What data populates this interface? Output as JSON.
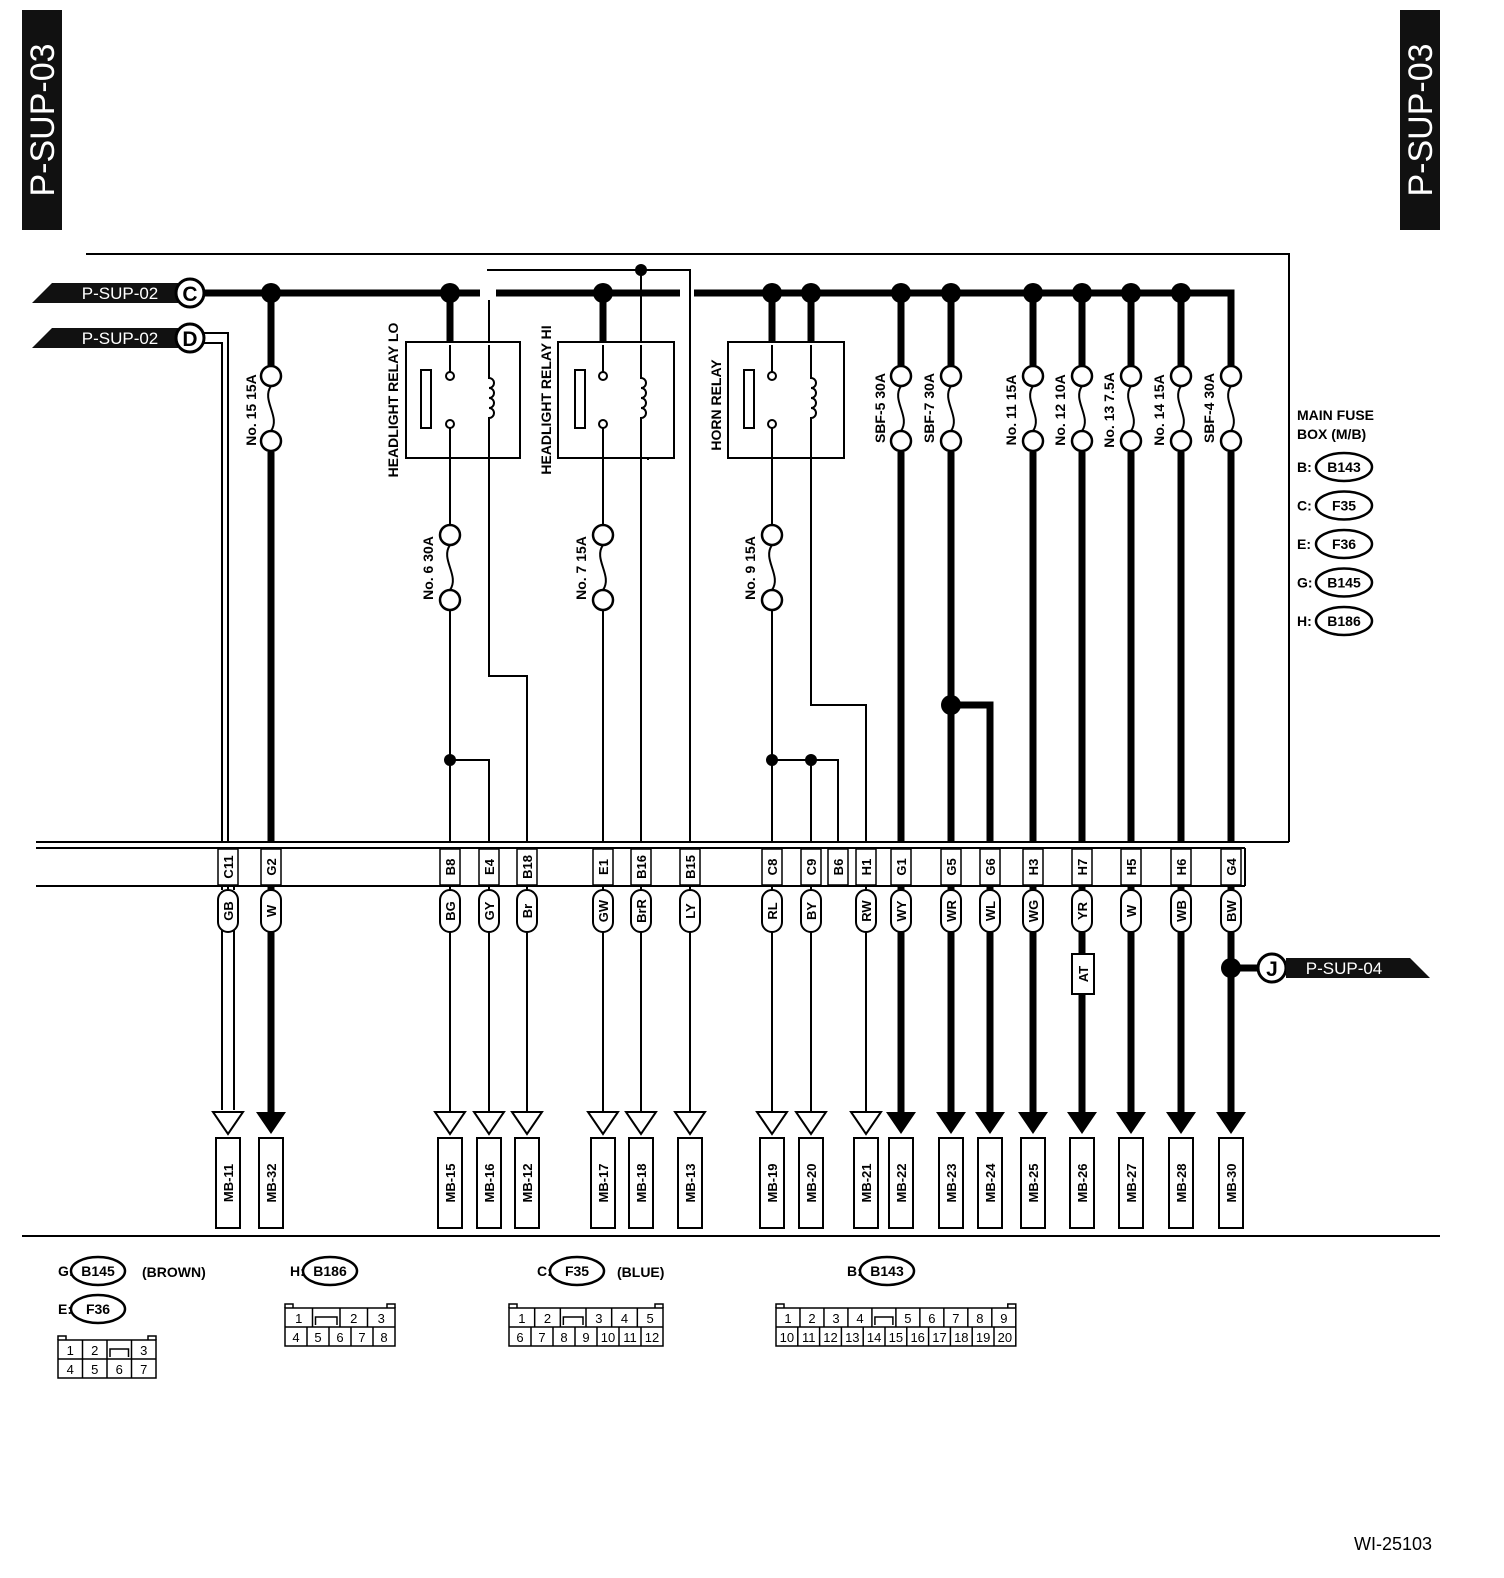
{
  "page_id": "P-SUP-03",
  "figure_code": "WI-25103",
  "offpage": {
    "C": {
      "label": "P-SUP-02",
      "letter": "C"
    },
    "D": {
      "label": "P-SUP-02",
      "letter": "D"
    },
    "J": {
      "label": "P-SUP-04",
      "letter": "J"
    }
  },
  "fuse_box": {
    "title_line1": "MAIN FUSE",
    "title_line2": "BOX (M/B)",
    "legend": [
      {
        "key": "B:",
        "conn": "B143"
      },
      {
        "key": "C:",
        "conn": "F35"
      },
      {
        "key": "E:",
        "conn": "F36"
      },
      {
        "key": "G:",
        "conn": "B145"
      },
      {
        "key": "H:",
        "conn": "B186"
      }
    ]
  },
  "relays": [
    {
      "name": "HEADLIGHT RELAY LO"
    },
    {
      "name": "HEADLIGHT RELAY HI"
    },
    {
      "name": "HORN RELAY"
    }
  ],
  "top_fuses": [
    "No. 15 15A",
    "SBF-5 30A",
    "SBF-7 30A",
    "No. 11 15A",
    "No. 12 10A",
    "No. 13 7.5A",
    "No. 14 15A",
    "SBF-4 30A"
  ],
  "relay_fuses": [
    "No. 6 30A",
    "No. 7 15A",
    "No. 9 15A"
  ],
  "pins": [
    {
      "pin": "C11",
      "wire": "GB",
      "dest": "MB-11"
    },
    {
      "pin": "G2",
      "wire": "W",
      "dest": "MB-32"
    },
    {
      "pin": "B8",
      "wire": "BG",
      "dest": "MB-15"
    },
    {
      "pin": "E4",
      "wire": "GY",
      "dest": "MB-16"
    },
    {
      "pin": "B18",
      "wire": "Br",
      "dest": "MB-12"
    },
    {
      "pin": "E1",
      "wire": "GW",
      "dest": "MB-17"
    },
    {
      "pin": "B16",
      "wire": "BrR",
      "dest": "MB-18"
    },
    {
      "pin": "B15",
      "wire": "LY",
      "dest": "MB-13"
    },
    {
      "pin": "C8",
      "wire": "RL",
      "dest": "MB-19"
    },
    {
      "pin": "C9",
      "wire": "BY",
      "dest": "MB-20"
    },
    {
      "pin": "B6",
      "wire": "",
      "dest": ""
    },
    {
      "pin": "H1",
      "wire": "RW",
      "dest": "MB-21"
    },
    {
      "pin": "G1",
      "wire": "WY",
      "dest": "MB-22"
    },
    {
      "pin": "G5",
      "wire": "WR",
      "dest": "MB-23"
    },
    {
      "pin": "G6",
      "wire": "WL",
      "dest": "MB-24"
    },
    {
      "pin": "H3",
      "wire": "WG",
      "dest": "MB-25"
    },
    {
      "pin": "H7",
      "wire": "YR",
      "dest": "MB-26"
    },
    {
      "pin": "H5",
      "wire": "W",
      "dest": "MB-27"
    },
    {
      "pin": "H6",
      "wire": "WB",
      "dest": "MB-28"
    },
    {
      "pin": "G4",
      "wire": "BW",
      "dest": "MB-30"
    }
  ],
  "at_label": "AT",
  "connectors": {
    "G": {
      "key": "G:",
      "conn": "B145",
      "note": "(BROWN)"
    },
    "E": {
      "key": "E:",
      "conn": "F36",
      "row1": [
        "1",
        "2",
        "",
        "3"
      ],
      "row2": [
        "4",
        "5",
        "6",
        "7"
      ]
    },
    "H": {
      "key": "H:",
      "conn": "B186",
      "row1": [
        "1",
        "",
        "2",
        "3"
      ],
      "row2": [
        "4",
        "5",
        "6",
        "7",
        "8"
      ]
    },
    "C": {
      "key": "C:",
      "conn": "F35",
      "note": "(BLUE)",
      "row1": [
        "1",
        "2",
        "",
        "3",
        "4",
        "5"
      ],
      "row2": [
        "6",
        "7",
        "8",
        "9",
        "10",
        "11",
        "12"
      ]
    },
    "B": {
      "key": "B:",
      "conn": "B143",
      "row1": [
        "1",
        "2",
        "3",
        "4",
        "",
        "5",
        "6",
        "7",
        "8",
        "9"
      ],
      "row2": [
        "10",
        "11",
        "12",
        "13",
        "14",
        "15",
        "16",
        "17",
        "18",
        "19",
        "20"
      ]
    }
  }
}
